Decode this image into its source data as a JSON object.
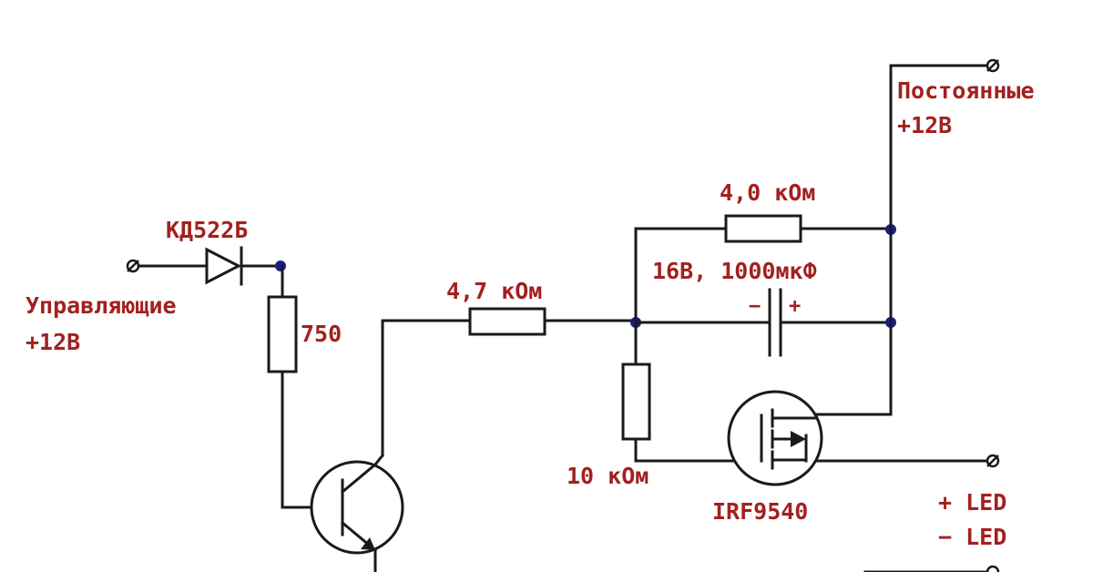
{
  "labels": {
    "diode": "КД522Б",
    "control_line1": "Управляющие",
    "control_line2": "+12В",
    "r750": "750",
    "r47": "4,7 кОм",
    "r40": "4,0 кОм",
    "cap": "16В, 1000мкФ",
    "cap_minus": "−",
    "cap_plus": "+",
    "r10": "10 кОм",
    "mosfet": "IRF9540",
    "const_line1": "Постоянные",
    "const_line2": "+12В",
    "led_plus": "+ LED",
    "led_minus": "− LED"
  },
  "colors": {
    "wire": "#1a1a1a",
    "label": "#a32020",
    "junction": "#1c1c8c"
  }
}
